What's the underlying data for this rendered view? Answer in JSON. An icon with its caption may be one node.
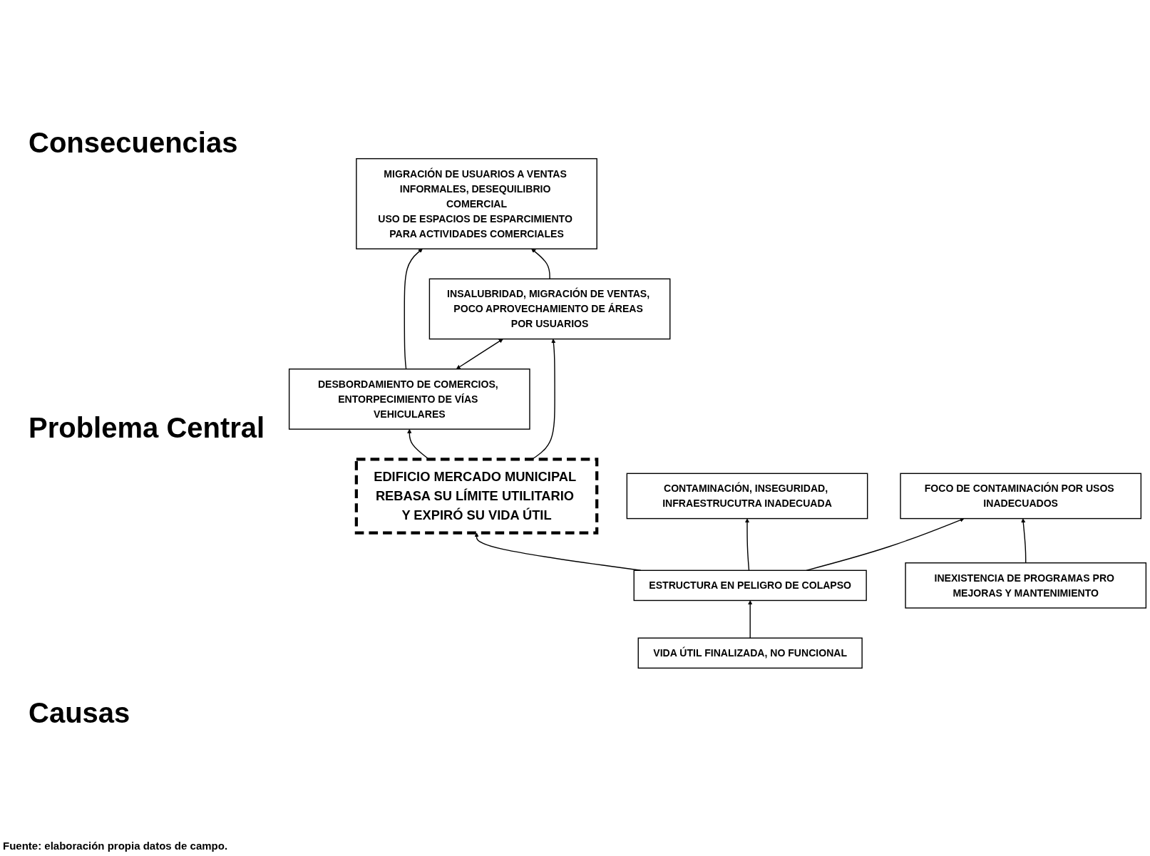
{
  "diagram": {
    "caption": "Fuente: elaboración propia datos de campo.",
    "nodes": [
      {
        "text": [
          "MIGRACIÓN DE USUARIOS A VENTAS INFORMALES, DESEQUILIBRIO COMERCIAL",
          "USO DE ESPACIOS DE ESPARCIMIENTO PARA ACTIVIDADES COMERCIALES"
        ]
      },
      {
        "text": [
          "DESBORDAMIENTO DE COMERCIOS, ENTORPECIMIENTO DE VÍAS VEHICULARES"
        ]
      },
      {
        "text": [
          "INSALUBRIDAD, MIGRACIÓN DE VENTAS, POCO APROVECHAMIENTO DE ÁREAS POR USUARIOS"
        ]
      },
      {
        "text": [
          "EDIFICIO MERCADO MUNICIPAL REBASA SU LÍMITE UTILITARIO Y EXPIRÓ SU VIDA ÚTIL"
        ]
      },
      {
        "text": [
          "CONTAMINACIÓN, INSEGURIDAD, INFRAESTRUCUTRA INADECUADA"
        ]
      },
      {
        "text": [
          "ESTRUCTURA EN PELIGRO DE COLAPSO"
        ]
      },
      {
        "text": [
          "FOCO DE CONTAMINACIÓN POR USOS INADECUADOS"
        ]
      },
      {
        "text": [
          "VIDA ÚTIL FINALIZADA, NO FUNCIONAL"
        ]
      },
      {
        "text": [
          "INEXISTENCIA DE PROGRAMAS PRO MEJORAS Y MANTENIMIENTO"
        ]
      }
    ],
    "edges": [
      {
        "from": 1,
        "to": 2,
        "arrow": "both"
      },
      {
        "from": 1,
        "to": 0,
        "arrow": "to"
      },
      {
        "from": 2,
        "to": 0,
        "arrow": "to"
      },
      {
        "from": 3,
        "to": 1,
        "arrow": "to"
      },
      {
        "from": 3,
        "to": 2,
        "arrow": "to"
      },
      {
        "from": 5,
        "to": 3,
        "arrow": "to"
      },
      {
        "from": 5,
        "to": 4,
        "arrow": "to"
      },
      {
        "from": 5,
        "to": 6,
        "arrow": "to"
      },
      {
        "from": 7,
        "to": 5,
        "arrow": "to"
      },
      {
        "from": 8,
        "to": 6,
        "arrow": "to"
      }
    ],
    "labels": [
      "Consecuencias",
      "Problema Central",
      "Causas"
    ]
  }
}
